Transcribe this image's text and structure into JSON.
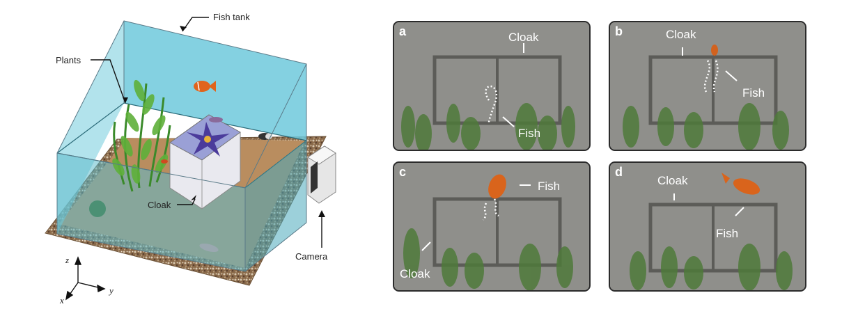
{
  "diagram": {
    "labels": {
      "fish_tank": "Fish tank",
      "plants": "Plants",
      "cloak": "Cloak",
      "camera": "Camera"
    },
    "axes": {
      "z": "z",
      "y": "y",
      "x": "x"
    }
  },
  "panels": [
    {
      "letter": "a",
      "labels": [
        "Cloak",
        "Fish"
      ]
    },
    {
      "letter": "b",
      "labels": [
        "Cloak",
        "Fish"
      ]
    },
    {
      "letter": "c",
      "labels": [
        "Fish",
        "Cloak"
      ]
    },
    {
      "letter": "d",
      "labels": [
        "Cloak",
        "Fish"
      ]
    }
  ]
}
